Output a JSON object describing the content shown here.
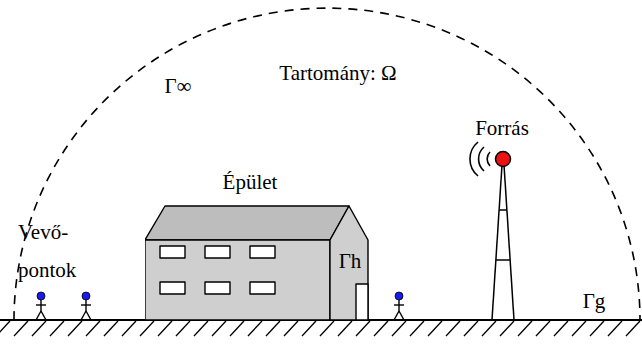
{
  "diagram": {
    "nodes": [
      {
        "text": [
          "Épület",
          "Γh"
        ]
      }
    ],
    "labels": [
      "Tartomány: Ω",
      "Γ∞",
      "Forrás",
      "Vevő- pontok",
      "Γg"
    ]
  }
}
